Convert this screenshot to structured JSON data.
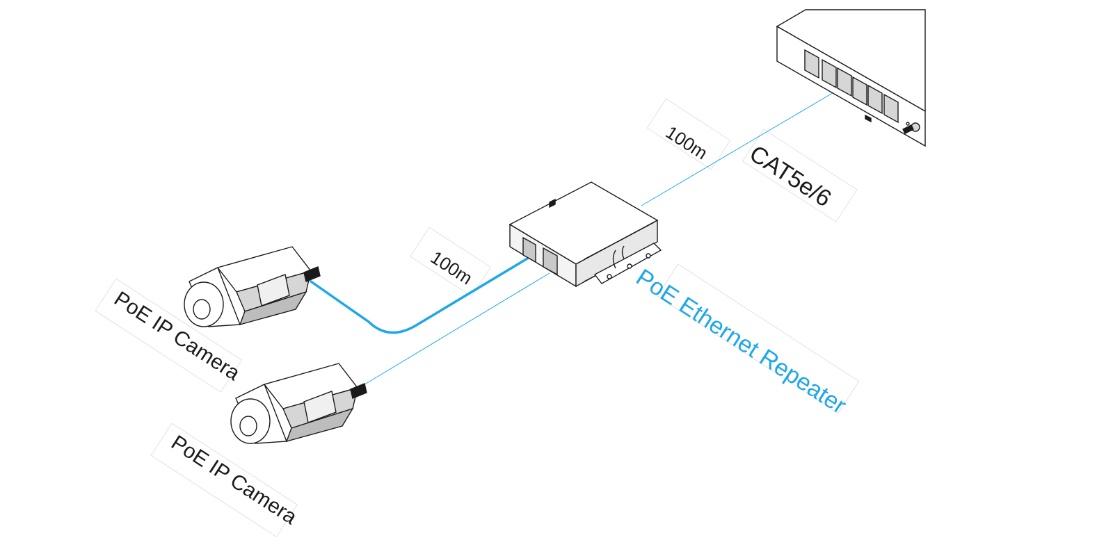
{
  "labels": {
    "distance_camera": "100m",
    "distance_switch": "100m",
    "cable_type": "CAT5e/6",
    "repeater": "PoE Ethernet Repeater",
    "camera_top": "PoE IP Camera",
    "camera_bottom": "PoE IP Camera"
  },
  "colors": {
    "cable": "#1ea7e8",
    "outline": "#1a1a1a",
    "device_fill": "#d6d6d6",
    "port_fill": "#c9c9c9",
    "label_box_border": "#e2e2e2",
    "repeater_text": "#1ea7e8"
  },
  "icons": [
    "poe-switch-icon",
    "poe-repeater-icon",
    "ip-camera-icon",
    "ip-camera-icon"
  ]
}
